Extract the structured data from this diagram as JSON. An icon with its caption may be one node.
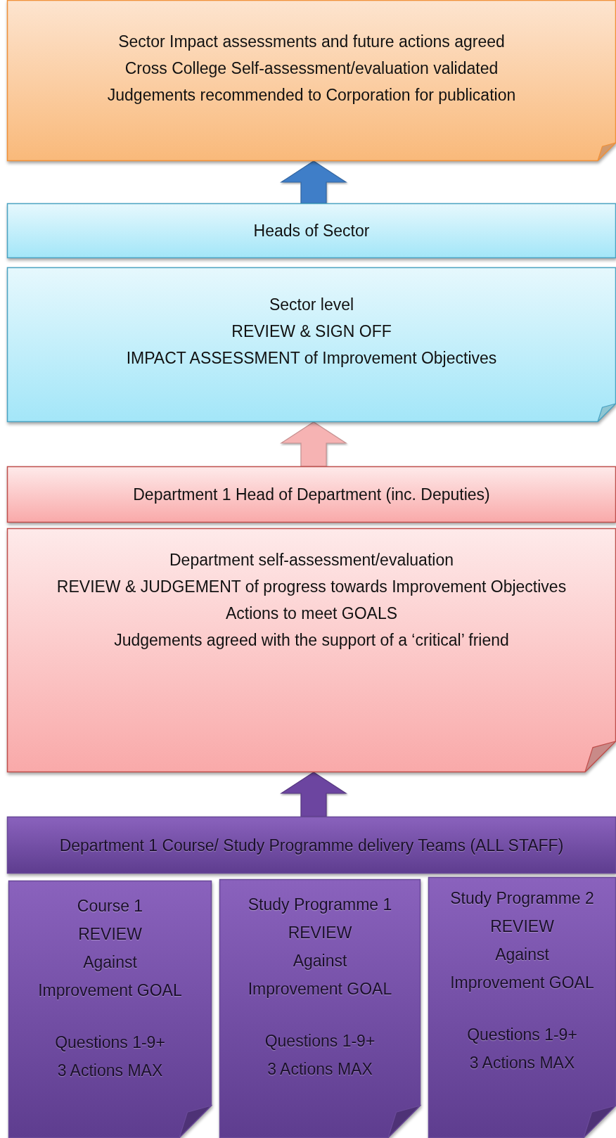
{
  "diagram": {
    "nodes": [
      {
        "text": [
          "Sector Impact assessments and future actions agreed",
          "Cross College Self-assessment/evaluation validated",
          "Judgements recommended to Corporation for publication"
        ]
      },
      {
        "text": [
          "Heads of Sector"
        ]
      },
      {
        "text": [
          "Sector level",
          "REVIEW & SIGN OFF",
          "IMPACT ASSESSMENT of Improvement Objectives"
        ]
      },
      {
        "text": [
          "Department 1 Head of Department (inc. Deputies)"
        ]
      },
      {
        "text": [
          "Department self-assessment/evaluation",
          "REVIEW & JUDGEMENT of progress towards Improvement Objectives",
          "Actions to meet GOALS",
          "Judgements agreed with the support of a ‘critical’ friend"
        ]
      },
      {
        "text": [
          "Department 1 Course/ Study Programme delivery Teams (ALL STAFF)"
        ]
      },
      {
        "text": [
          "Course 1",
          "REVIEW",
          "Against",
          "Improvement GOAL",
          "Questions 1-9+",
          "3 Actions MAX"
        ]
      },
      {
        "text": [
          "Study Programme 1",
          "REVIEW",
          "Against",
          "Improvement GOAL",
          "Questions 1-9+",
          "3 Actions MAX"
        ]
      },
      {
        "text": [
          "Study Programme 2",
          "REVIEW",
          "Against",
          "Improvement GOAL",
          "Questions 1-9+",
          "3 Actions MAX"
        ]
      }
    ],
    "edges": [
      {
        "from": 1,
        "to": 0,
        "arrow": "to",
        "style": "thick",
        "color": "#3f7ec8"
      },
      {
        "from": 3,
        "to": 2,
        "arrow": "to",
        "style": "thick",
        "color": "#f6b3b3"
      },
      {
        "from": 5,
        "to": 4,
        "arrow": "to",
        "style": "thick",
        "color": "#6c45a0"
      }
    ]
  }
}
